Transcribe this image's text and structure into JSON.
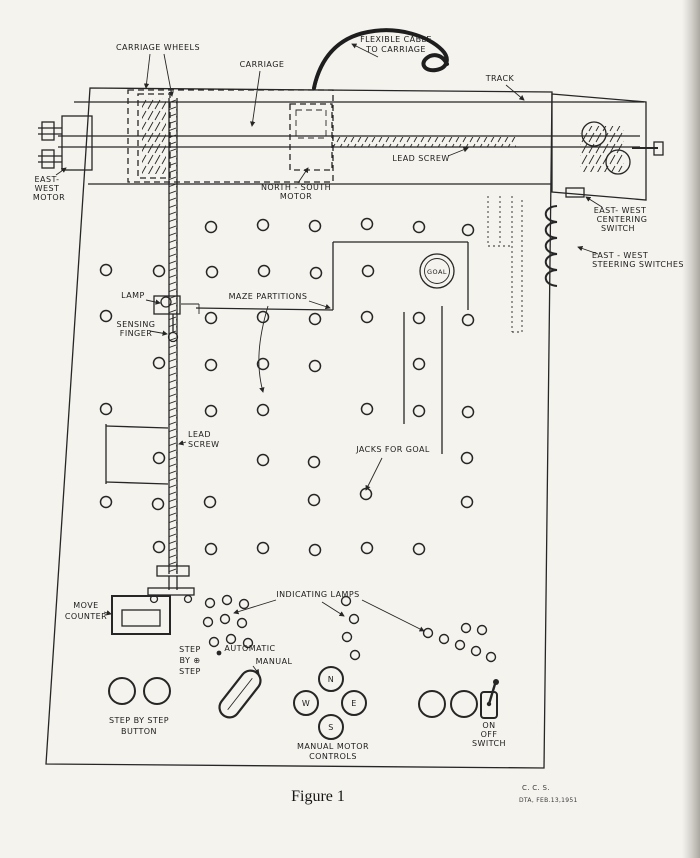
{
  "figure": {
    "caption": "Figure 1",
    "credit_initials": "C. C. S.",
    "credit_date": "DTA, FEB.13,1951"
  },
  "labels": {
    "carriage_wheels": "CARRIAGE WHEELS",
    "carriage": "CARRIAGE",
    "flexible_cable": [
      "FLEXIBLE CABLE",
      "TO CARRIAGE"
    ],
    "track": "TRACK",
    "lead_screw_top": "LEAD SCREW",
    "east_west_motor": [
      "EAST-",
      "WEST",
      "MOTOR"
    ],
    "north_south_motor": [
      "NORTH - SOUTH",
      "MOTOR"
    ],
    "east_west_centering_switch": [
      "EAST- WEST",
      "CENTERING",
      "SWITCH"
    ],
    "east_west_steering_switches": [
      "EAST - WEST",
      "STEERING SWITCHES"
    ],
    "goal": "GOAL",
    "lamp": "LAMP",
    "sensing_finger": [
      "SENSING",
      "FINGER"
    ],
    "maze_partitions": "MAZE  PARTITIONS",
    "lead_screw_left": [
      "LEAD",
      "SCREW"
    ],
    "jacks_for_goal": "JACKS  FOR  GOAL",
    "move_counter": [
      "MOVE",
      "COUNTER"
    ],
    "indicating_lamps": "INDICATING    LAMPS",
    "step_by_step_position": [
      "STEP",
      "BY ⊕",
      "STEP"
    ],
    "automatic_position": "AUTOMATIC",
    "manual_position": "MANUAL",
    "step_by_step_button": [
      "STEP BY STEP",
      "BUTTON"
    ],
    "manual_motor_controls": [
      "MANUAL  MOTOR",
      "CONTROLS"
    ],
    "on_off_switch": [
      "ON",
      "OFF",
      "SWITCH"
    ],
    "motor_n": "N",
    "motor_w": "W",
    "motor_e": "E",
    "motor_s": "S"
  }
}
